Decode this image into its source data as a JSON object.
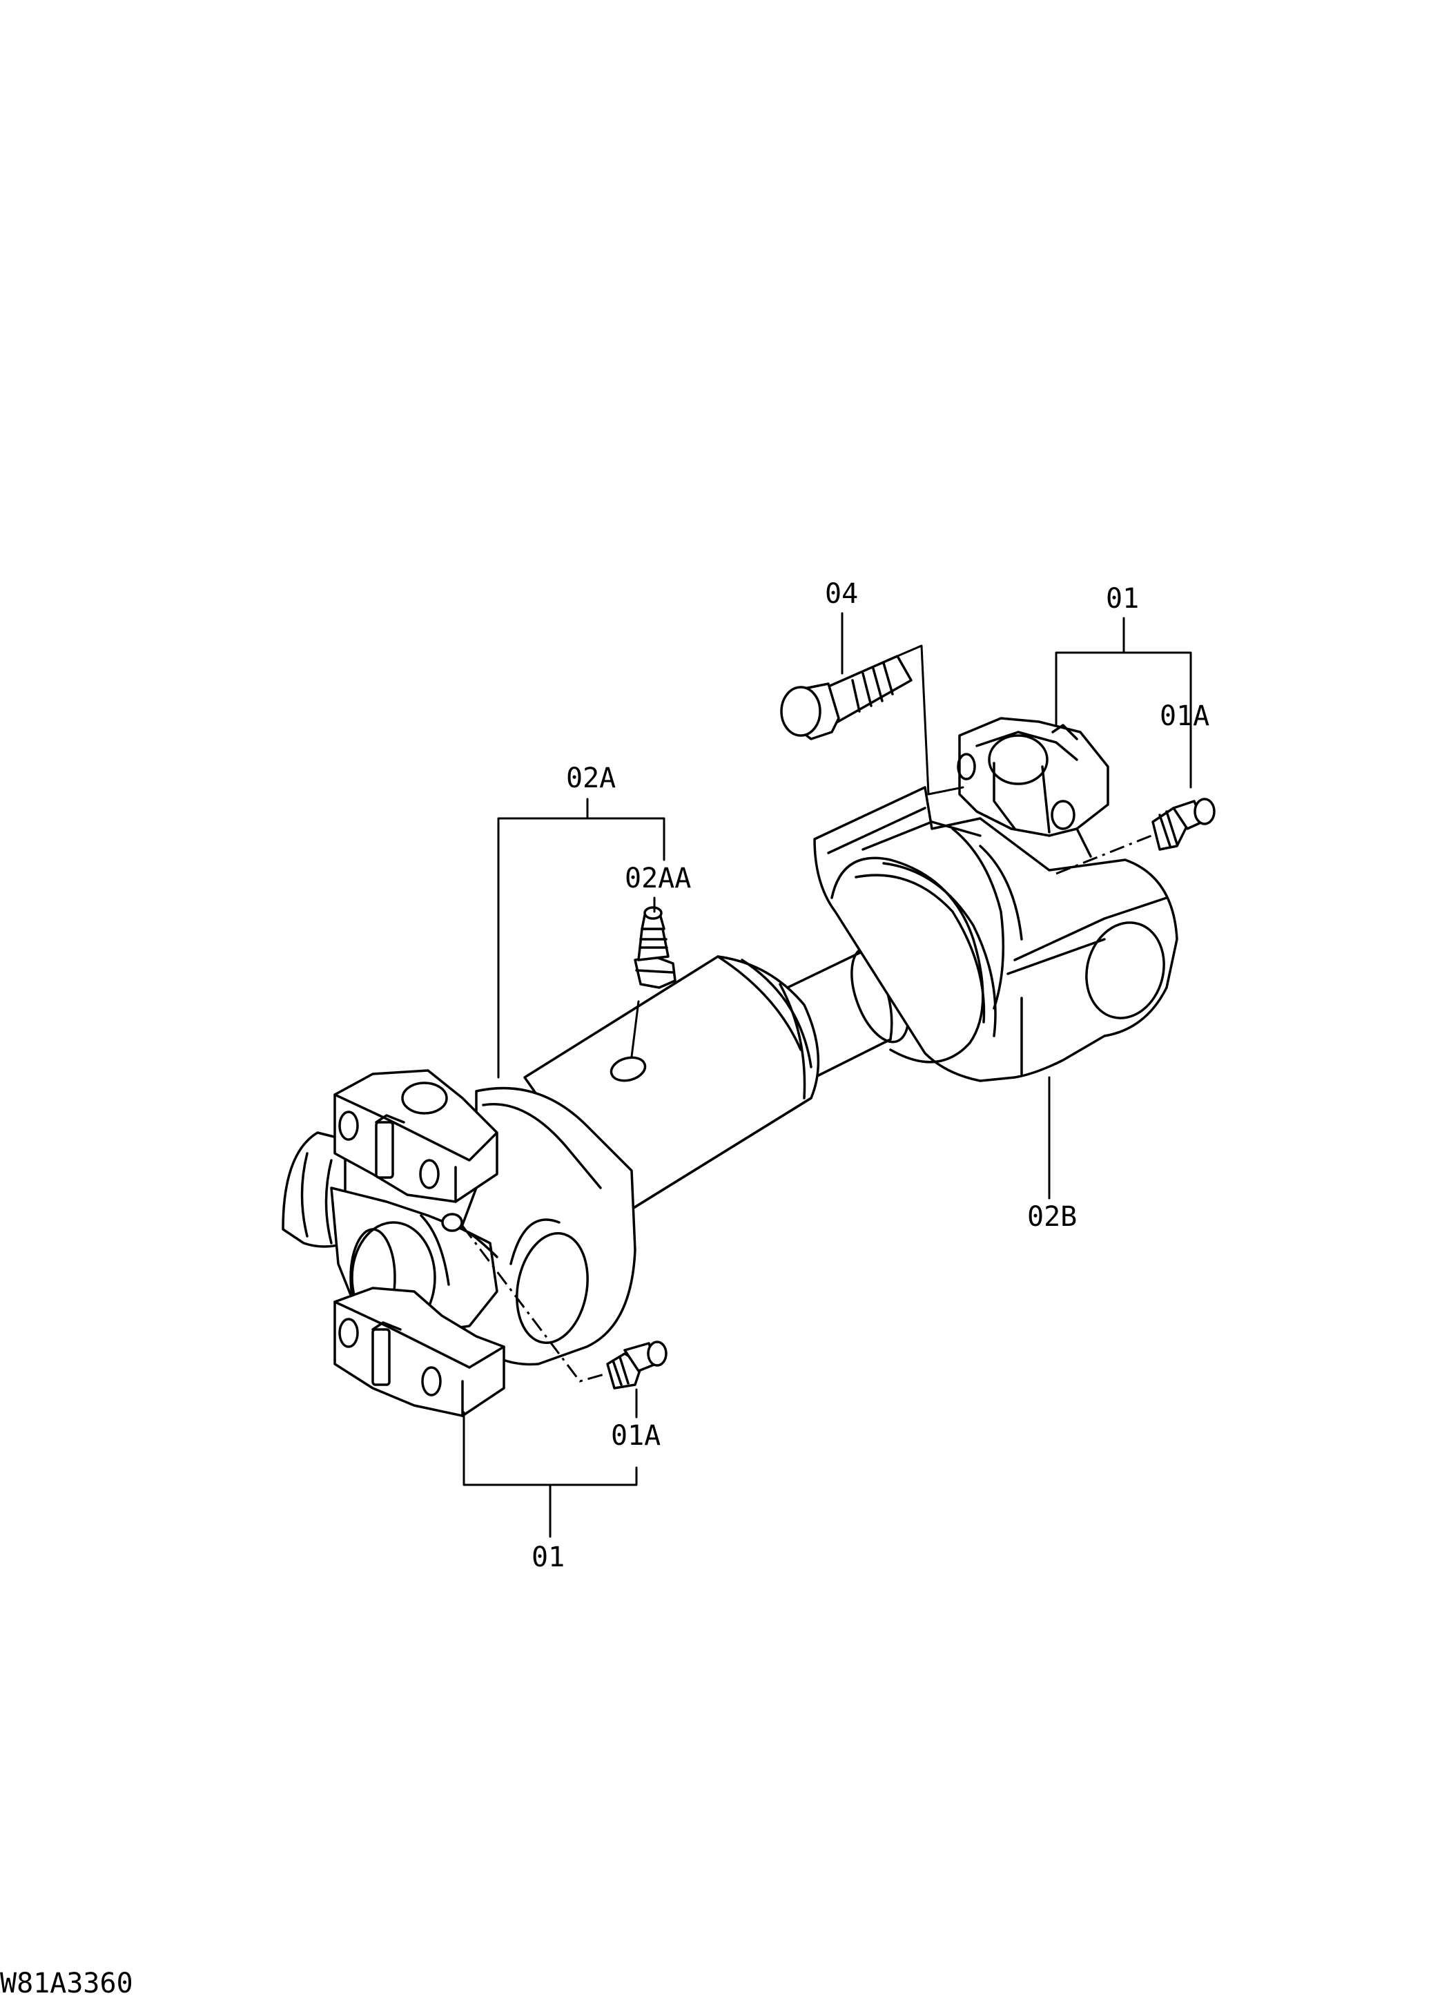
{
  "figure_code": "W81A3360",
  "callouts": {
    "bolt": "04",
    "joint_right": "01",
    "nipple_right": "01A",
    "shaft_assembly": "02A",
    "nipple_shaft": "02AA",
    "yoke_right": "02B",
    "nipple_left": "01A",
    "joint_left": "01"
  }
}
